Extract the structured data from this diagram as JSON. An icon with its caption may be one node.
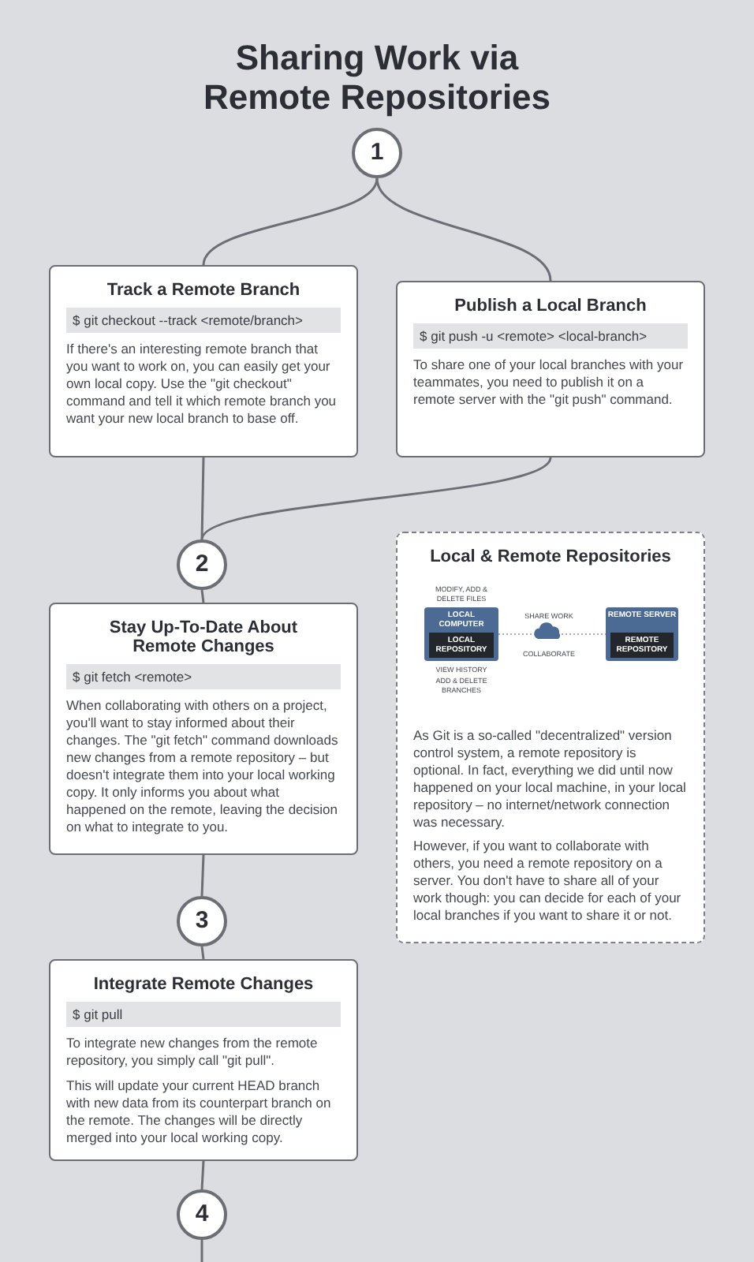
{
  "diagram": {
    "title": "Sharing Work via Remote Repositories",
    "nodes": [
      {
        "text": [
          "1"
        ]
      },
      {
        "text": [
          "Track a Remote Branch",
          "$ git checkout --track <remote/branch>",
          "If there's an interesting remote branch that you want to work on, you can easily get your own local copy. Use the \"git checkout\" command and tell it which remote branch you want your new local branch to base off."
        ]
      },
      {
        "text": [
          "Publish a Local Branch",
          "$ git push -u <remote> <local-branch>",
          "To share one of your local branches with your teammates, you need to publish it on a remote server with the \"git push\" command."
        ]
      },
      {
        "text": [
          "2"
        ]
      },
      {
        "text": [
          "Stay Up-To-Date About Remote Changes",
          "$ git fetch <remote>",
          "When collaborating with others on a project, you'll want to stay informed about their changes. The \"git fetch\" command downloads new changes from a remote repository – but doesn't integrate them into your local working copy. It only informs you about what happened on the remote, leaving the decision on what to integrate to you."
        ]
      },
      {
        "text": [
          "3"
        ]
      },
      {
        "text": [
          "Integrate Remote Changes",
          "$ git pull",
          "To integrate new changes from the remote repository, you simply call \"git pull\".",
          "This will update your current HEAD branch with new data from its counterpart branch on the remote. The changes will be directly merged into your local working copy."
        ]
      },
      {
        "text": [
          "4"
        ]
      },
      {
        "text": [
          "Local & Remote Repositories",
          "As Git is a so-called \"decentralized\" version control system, a remote repository is optional. In fact, everything we did until now happened on your local machine, in your local repository – no internet/network connection was necessary.",
          "However, if you want to collaborate with others, you need a remote repository on a server. You don't have to share all of your work though: you can decide for each of your local branches if you want to share it or not."
        ]
      },
      {
        "text": [
          "LOCAL COMPUTER"
        ],
        "in": 8,
        "beside": [
          "MODIFY, ADD & DELETE FILES",
          "VIEW HISTORY",
          "ADD & DELETE BRANCHES"
        ]
      },
      {
        "text": [
          "LOCAL REPOSITORY"
        ],
        "in": 9
      },
      {
        "text": [
          "REMOTE SERVER"
        ],
        "in": 8
      },
      {
        "text": [
          "REMOTE REPOSITORY"
        ],
        "in": 11
      }
    ],
    "edges": [
      {
        "from": 0,
        "to": 1,
        "arrow": "none"
      },
      {
        "from": 0,
        "to": 2,
        "arrow": "none"
      },
      {
        "from": 1,
        "to": 3,
        "arrow": "none"
      },
      {
        "from": 2,
        "to": 3,
        "arrow": "none"
      },
      {
        "from": 3,
        "to": 4,
        "arrow": "none"
      },
      {
        "from": 4,
        "to": 5,
        "arrow": "none"
      },
      {
        "from": 5,
        "to": 6,
        "arrow": "none"
      },
      {
        "from": 6,
        "to": 7,
        "arrow": "none"
      },
      {
        "from": 7,
        "to": null,
        "arrow": "none"
      },
      {
        "from": 9,
        "to": 11,
        "arrow": "none",
        "style": "dashed"
      }
    ],
    "labels": [
      "SHARE WORK",
      "COLLABORATE"
    ]
  }
}
